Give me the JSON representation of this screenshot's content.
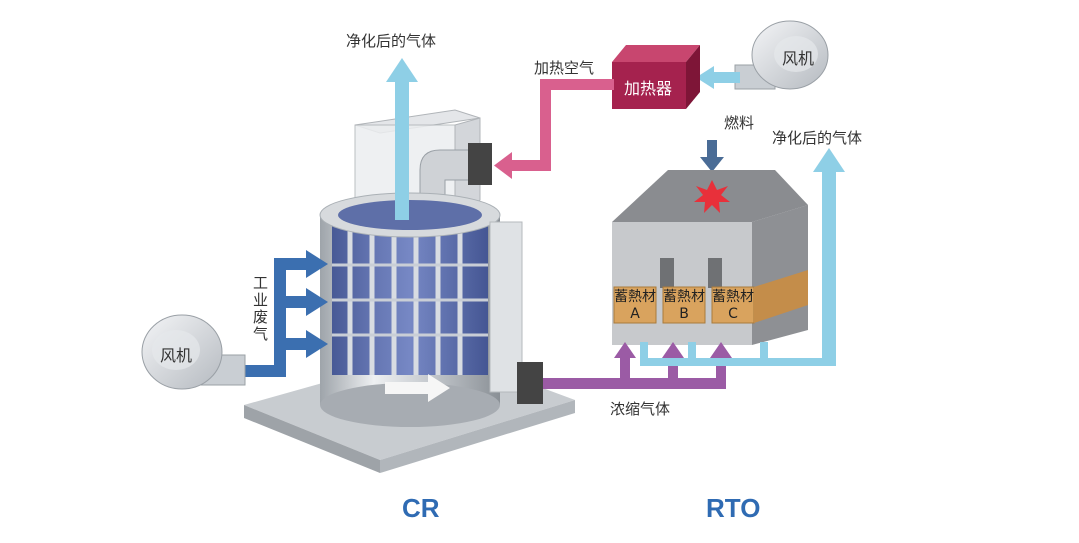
{
  "labels": {
    "cr_exhaust": "净化后的气体",
    "heated_air": "加热空气",
    "heater": "加热器",
    "fan_top": "风机",
    "fan_left": "风机",
    "fuel": "燃料",
    "rto_exhaust": "净化后的气体",
    "industrial_waste_gas": "工业废气",
    "concentrated_gas": "浓缩气体",
    "cr": "CR",
    "rto": "RTO"
  },
  "beds": [
    {
      "material": "蓄熱材",
      "id": "A"
    },
    {
      "material": "蓄熱材",
      "id": "B"
    },
    {
      "material": "蓄熱材",
      "id": "C"
    }
  ],
  "colors": {
    "clean_gas": "#8ecfe6",
    "heated_air": "#d9608e",
    "heater": "#a5224e",
    "waste_gas": "#3b6fb0",
    "concentrated_gas": "#9b5ba5",
    "fuel": "#4a6c96",
    "title": "#2f6bb3",
    "bed": "#d9a35e"
  }
}
